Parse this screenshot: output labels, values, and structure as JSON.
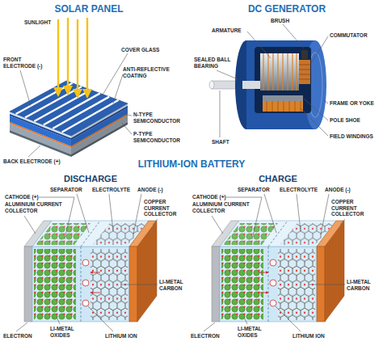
{
  "diagram": {
    "labels": [
      "SOLAR PANEL",
      "SUNLIGHT",
      "FRONT ELECTRODE (-)",
      "COVER GLASS",
      "ANTI-REFLECTIVE COATING",
      "N-TYPE SEMICONDUCTOR",
      "BACK ELECTRODE (+)",
      "P-TYPE SEMICONDUCTOR",
      "DC GENERATOR",
      "BRUSH",
      "ARMATURE",
      "COMMUTATOR",
      "SEALED BALL BEARING",
      "FRAME OR YOKE",
      "POLE SHOE",
      "SHAFT",
      "FIELD WINDINGS",
      "LITHIUM-ION BATTERY",
      "DISCHARGE",
      "SEPARATOR",
      "ELECTROLYTE",
      "ANODE (-)",
      "CATHODE (+)",
      "ALUMINIUM CURRENT COLLECTOR",
      "COPPER CURRENT COLLECTOR",
      "LI-METAL CARBON",
      "ELECTRON",
      "LI-METAL OXIDES",
      "LITHIUM ION",
      "CHARGE",
      "SEPARATOR",
      "ELECTROLYTE",
      "ANODE (-)",
      "CATHODE (+)",
      "ALUMINIUM CURRENT COLLECTOR",
      "COPPER CURRENT COLLECTOR",
      "LI-METAL CARBON",
      "ELECTRON",
      "LI-METAL OXIDES",
      "LITHIUM ION"
    ]
  }
}
